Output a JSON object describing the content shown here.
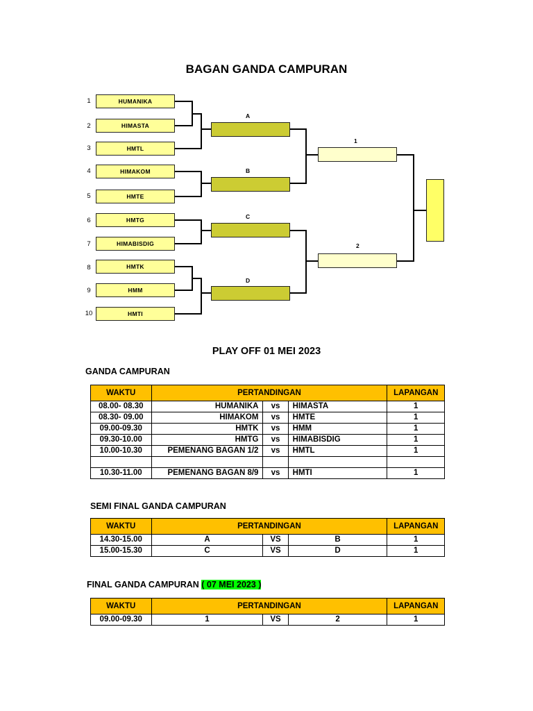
{
  "title": "BAGAN GANDA CAMPURAN",
  "bracket": {
    "teams": [
      {
        "num": "1",
        "name": "HUMANIKA"
      },
      {
        "num": "2",
        "name": "HIMASTA"
      },
      {
        "num": "3",
        "name": "HMTL"
      },
      {
        "num": "4",
        "name": "HIMAKOM"
      },
      {
        "num": "5",
        "name": "HMTE"
      },
      {
        "num": "6",
        "name": "HMTG"
      },
      {
        "num": "7",
        "name": "HIMABISDIG"
      },
      {
        "num": "8",
        "name": "HMTK"
      },
      {
        "num": "9",
        "name": "HMM"
      },
      {
        "num": "10",
        "name": "HMTI"
      }
    ],
    "round2_labels": [
      "A",
      "B",
      "C",
      "D"
    ],
    "round3_labels": [
      "1",
      "2"
    ]
  },
  "playoff_title": "PLAY OFF 01 MEI 2023",
  "playoff": {
    "label": "GANDA CAMPURAN",
    "headers": {
      "waktu": "WAKTU",
      "pertandingan": "PERTANDINGAN",
      "lapangan": "LAPANGAN"
    },
    "rows": [
      {
        "waktu": "08.00- 08.30",
        "home": "HUMANIKA",
        "vs": "vs",
        "away": "HIMASTA",
        "lapangan": "1"
      },
      {
        "waktu": "08.30- 09.00",
        "home": "HIMAKOM",
        "vs": "vs",
        "away": "HMTE",
        "lapangan": "1"
      },
      {
        "waktu": "09.00-09.30",
        "home": "HMTK",
        "vs": "vs",
        "away": "HMM",
        "lapangan": "1"
      },
      {
        "waktu": "09.30-10.00",
        "home": "HMTG",
        "vs": "vs",
        "away": "HIMABISDIG",
        "lapangan": "1"
      },
      {
        "waktu": "10.00-10.30",
        "home": "PEMENANG BAGAN 1/2",
        "vs": "vs",
        "away": "HMTL",
        "lapangan": "1"
      },
      {
        "waktu": "",
        "home": "",
        "vs": "",
        "away": "",
        "lapangan": ""
      },
      {
        "waktu": "10.30-11.00",
        "home": "PEMENANG BAGAN 8/9",
        "vs": "vs",
        "away": "HMTI",
        "lapangan": "1"
      }
    ]
  },
  "semifinal": {
    "label": "SEMI FINAL GANDA CAMPURAN",
    "headers": {
      "waktu": "WAKTU",
      "pertandingan": "PERTANDINGAN",
      "lapangan": "LAPANGAN"
    },
    "rows": [
      {
        "waktu": "14.30-15.00",
        "home": "A",
        "vs": "VS",
        "away": "B",
        "lapangan": "1"
      },
      {
        "waktu": "15.00-15.30",
        "home": "C",
        "vs": "VS",
        "away": "D",
        "lapangan": "1"
      }
    ]
  },
  "final": {
    "label": "FINAL GANDA CAMPURAN",
    "date_highlight": "( 07 MEI 2023 )",
    "headers": {
      "waktu": "WAKTU",
      "pertandingan": "PERTANDINGAN",
      "lapangan": "LAPANGAN"
    },
    "rows": [
      {
        "waktu": "09.00-09.30",
        "home": "1",
        "vs": "VS",
        "away": "2",
        "lapangan": "1"
      }
    ]
  },
  "colors": {
    "team_box": "#ffff99",
    "round2_box": "#cccc33",
    "round3_box": "#ffffcc",
    "final_box": "#ffff66",
    "table_header": "#ffc000",
    "date_highlight": "#00ff00"
  }
}
